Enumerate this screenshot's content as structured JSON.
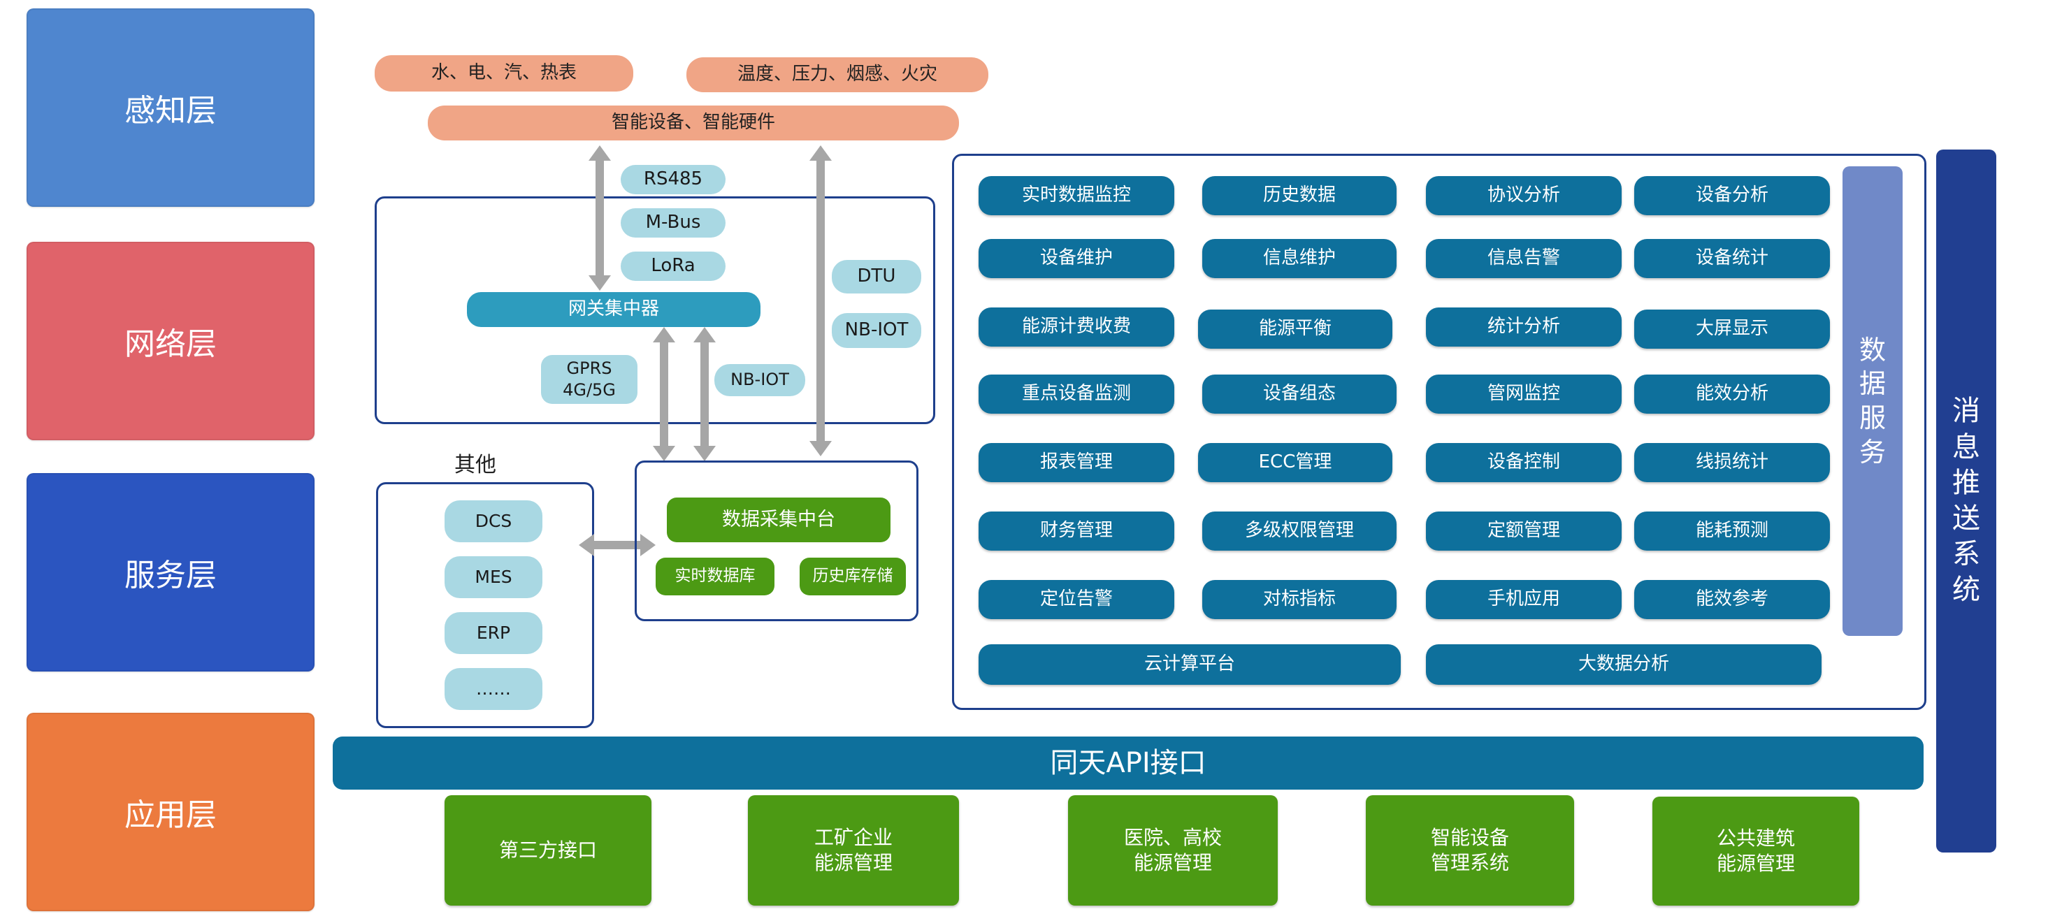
{
  "layers": {
    "perception": "感知层",
    "network": "网络层",
    "service": "服务层",
    "application": "应用层"
  },
  "perception_items": {
    "item1": "水、电、汽、热表",
    "item2": "温度、压力、烟感、火灾",
    "item3": "智能设备、智能硬件"
  },
  "network_items": {
    "rs485": "RS485",
    "mbus": "M-Bus",
    "lora": "LoRa",
    "gateway": "网关集中器",
    "dtu": "DTU",
    "nbiot_right": "NB-IOT",
    "gprs": "GPRS\n4G/5G",
    "nbiot_mid": "NB-IOT"
  },
  "other": {
    "title": "其他",
    "items": [
      "DCS",
      "MES",
      "ERP",
      "……"
    ]
  },
  "collection": {
    "platform": "数据采集中台",
    "realtime_db": "实时数据库",
    "history_db": "历史库存储"
  },
  "services": {
    "grid": [
      "实时数据监控",
      "历史数据",
      "协议分析",
      "设备分析",
      "设备维护",
      "信息维护",
      "信息告警",
      "设备统计",
      "能源计费收费",
      "能源平衡",
      "统计分析",
      "大屏显示",
      "重点设备监测",
      "设备组态",
      "管网监控",
      "能效分析",
      "报表管理",
      "ECC管理",
      "设备控制",
      "线损统计",
      "财务管理",
      "多级权限管理",
      "定额管理",
      "能耗预测",
      "定位告警",
      "对标指标",
      "手机应用",
      "能效参考"
    ],
    "cloud": "云计算平台",
    "bigdata": "大数据分析",
    "side_label": [
      "数",
      "据",
      "服",
      "务"
    ]
  },
  "api_bar": "同天API接口",
  "message_push": [
    "消",
    "息",
    "推",
    "送",
    "系",
    "统"
  ],
  "applications": [
    "第三方接口",
    "工矿企业\n能源管理",
    "医院、高校\n能源管理",
    "智能设备\n管理系统",
    "公共建筑\n能源管理"
  ],
  "colors": {
    "layer_perception": "#4F86CF",
    "layer_network": "#E0636A",
    "layer_service": "#2B55C0",
    "layer_application": "#EC7A3E",
    "salmon": "#F0A586",
    "light_blue": "#A9D8E3",
    "teal": "#0E709C",
    "green": "#4C9A14",
    "frame": "#1E3F8C",
    "api_bar": "#0E709C",
    "message_push": "#213F91",
    "data_service": "#7089C8"
  }
}
